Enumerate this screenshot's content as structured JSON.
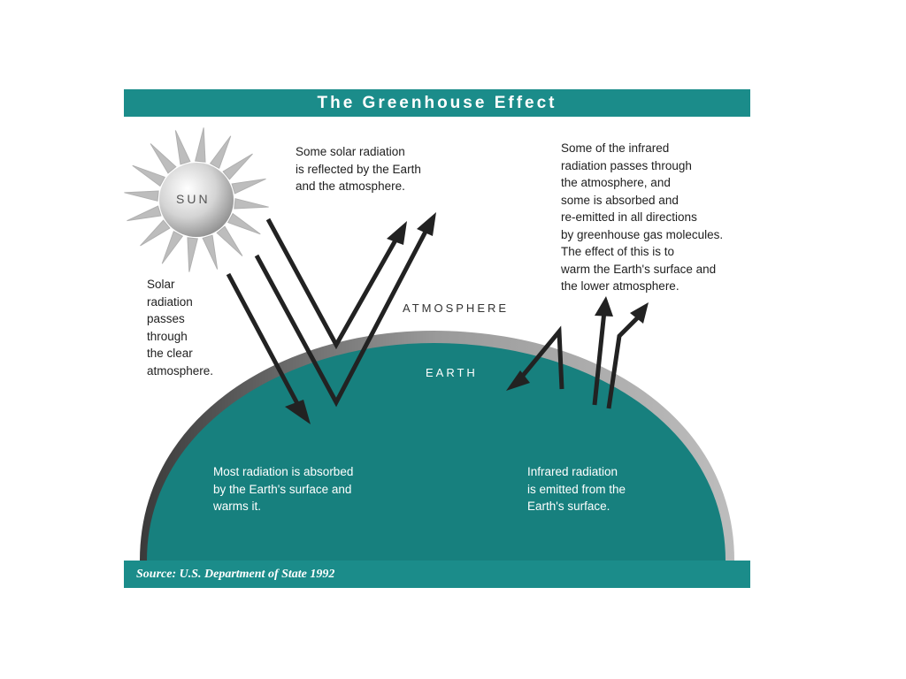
{
  "title": "The Greenhouse Effect",
  "source": "Source: U.S. Department of State 1992",
  "labels": {
    "sun": "SUN",
    "atmosphere": "ATMOSPHERE",
    "earth": "EARTH"
  },
  "annotations": {
    "solar_passes": "Solar\nradiation\npasses\nthrough\nthe clear\natmosphere.",
    "solar_reflected": "Some solar radiation\nis reflected by the Earth\nand the atmosphere.",
    "infrared_absorbed": "Some of the infrared\nradiation passes through\nthe atmosphere, and\nsome is absorbed and\nre-emitted in all directions\nby greenhouse gas molecules.\nThe effect of this is to\nwarm the Earth's surface and\nthe lower atmosphere.",
    "most_absorbed": "Most radiation is absorbed\nby the Earth's surface and\nwarms it.",
    "infrared_emitted": "Infrared radiation\nis emitted from the\nEarth's surface."
  },
  "colors": {
    "teal": "#1b8c8a",
    "earth_fill": "#17807e",
    "atmosphere_band": "#8a8a8a",
    "arrow": "#222222"
  }
}
